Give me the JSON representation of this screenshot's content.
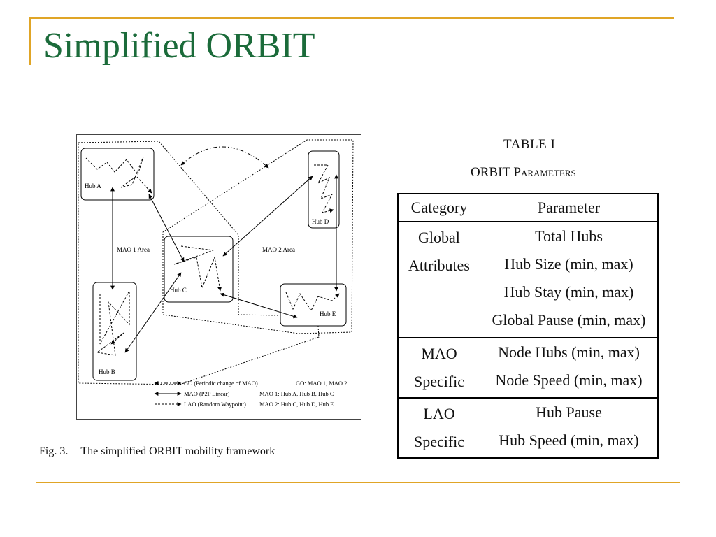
{
  "slide": {
    "title": "Simplified ORBIT"
  },
  "figure": {
    "labels": {
      "hub_a": "Hub A",
      "hub_b": "Hub B",
      "hub_c": "Hub C",
      "hub_d": "Hub D",
      "hub_e": "Hub E",
      "mao1_area": "MAO 1 Area",
      "mao2_area": "MAO 2 Area"
    },
    "legend": [
      {
        "style": "dash-dot",
        "text": "GO (Periodic change of MAO)",
        "mapping": "GO: MAO 1, MAO 2"
      },
      {
        "style": "solid",
        "text": "MAO (P2P Linear)",
        "mapping": "MAO 1: Hub A, Hub B, Hub C"
      },
      {
        "style": "dashed",
        "text": "LAO (Random Waypoint)",
        "mapping": "MAO 2: Hub C, Hub D, Hub E"
      }
    ],
    "caption_num": "Fig. 3.",
    "caption_text": "The simplified ORBIT mobility framework"
  },
  "table": {
    "heading1": "TABLE I",
    "heading2_first": "ORBIT ",
    "heading2_second": "Parameters",
    "columns": [
      "Category",
      "Parameter"
    ],
    "groups": [
      {
        "category": [
          "Global",
          "Attributes"
        ],
        "parameters": [
          "Total Hubs",
          "Hub Size (min, max)",
          "Hub Stay (min, max)",
          "Global Pause (min, max)"
        ]
      },
      {
        "category": [
          "MAO",
          "Specific"
        ],
        "parameters": [
          "Node Hubs (min, max)",
          "Node Speed (min, max)"
        ]
      },
      {
        "category": [
          "LAO",
          "Specific"
        ],
        "parameters": [
          "Hub Pause",
          "Hub Speed (min, max)"
        ]
      }
    ]
  },
  "colors": {
    "title": "#1b6b3a",
    "accent": "#e0a526"
  }
}
